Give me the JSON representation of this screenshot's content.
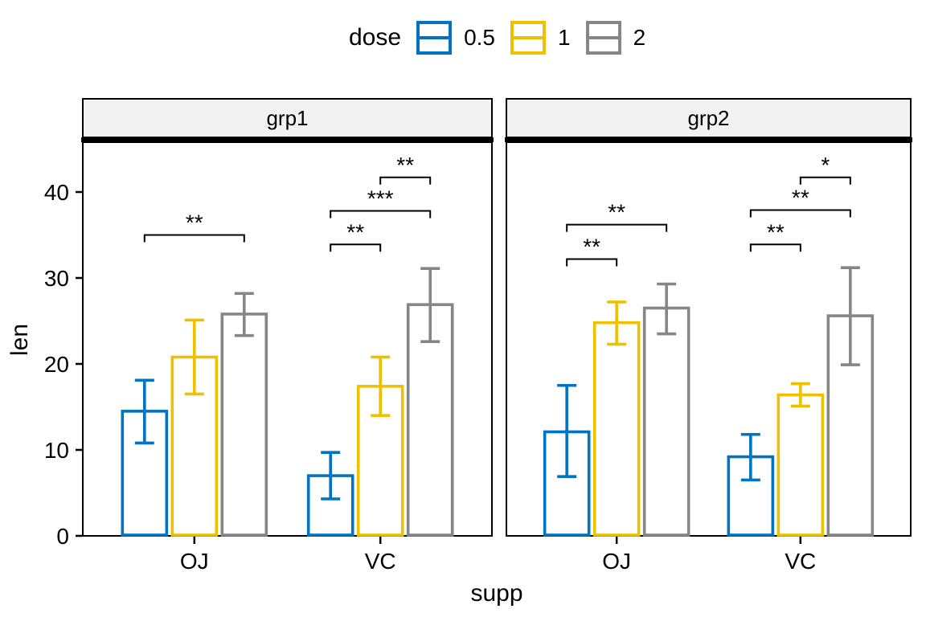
{
  "legend": {
    "title": "dose",
    "items": [
      {
        "label": "0.5",
        "color": "#0073C2"
      },
      {
        "label": "1",
        "color": "#EFC000"
      },
      {
        "label": "2",
        "color": "#868686"
      }
    ]
  },
  "axes": {
    "x_title": "supp",
    "y_title": "len",
    "y_ticks": [
      0,
      10,
      20,
      30,
      40
    ],
    "x_categories": [
      "OJ",
      "VC"
    ]
  },
  "facet_labels": [
    "grp1",
    "grp2"
  ],
  "colors": {
    "strip_fill": "#F2F2F2",
    "panel_border": "#000000",
    "bracket": "#000000",
    "text": "#000000",
    "bar_fill": "#FFFFFF"
  },
  "chart_data": {
    "type": "bar",
    "title": "",
    "xlabel": "supp",
    "ylabel": "len",
    "ylim": [
      0,
      46
    ],
    "grid": false,
    "legend_title": "dose",
    "legend_position": "top",
    "doses": [
      "0.5",
      "1",
      "2"
    ],
    "dose_colors": [
      "#0073C2",
      "#EFC000",
      "#868686"
    ],
    "error_bar": "mean_ci",
    "facets": [
      {
        "name": "grp1",
        "groups": [
          {
            "supp": "OJ",
            "bars": [
              {
                "dose": "0.5",
                "mean": 14.5,
                "lower": 10.8,
                "upper": 18.1
              },
              {
                "dose": "1",
                "mean": 20.8,
                "lower": 16.5,
                "upper": 25.1
              },
              {
                "dose": "2",
                "mean": 25.8,
                "lower": 23.3,
                "upper": 28.2
              }
            ]
          },
          {
            "supp": "VC",
            "bars": [
              {
                "dose": "0.5",
                "mean": 7.0,
                "lower": 4.3,
                "upper": 9.7
              },
              {
                "dose": "1",
                "mean": 17.4,
                "lower": 14.0,
                "upper": 20.8
              },
              {
                "dose": "2",
                "mean": 26.9,
                "lower": 22.6,
                "upper": 31.1
              }
            ]
          }
        ],
        "significance": [
          {
            "supp": "OJ",
            "from": "0.5",
            "to": "2",
            "label": "**",
            "y": 35.0
          },
          {
            "supp": "VC",
            "from": "0.5",
            "to": "1",
            "label": "**",
            "y": 33.9
          },
          {
            "supp": "VC",
            "from": "0.5",
            "to": "2",
            "label": "***",
            "y": 37.8
          },
          {
            "supp": "VC",
            "from": "1",
            "to": "2",
            "label": "**",
            "y": 41.7
          }
        ]
      },
      {
        "name": "grp2",
        "groups": [
          {
            "supp": "OJ",
            "bars": [
              {
                "dose": "0.5",
                "mean": 12.1,
                "lower": 6.9,
                "upper": 17.5
              },
              {
                "dose": "1",
                "mean": 24.8,
                "lower": 22.3,
                "upper": 27.2
              },
              {
                "dose": "2",
                "mean": 26.5,
                "lower": 23.5,
                "upper": 29.3
              }
            ]
          },
          {
            "supp": "VC",
            "bars": [
              {
                "dose": "0.5",
                "mean": 9.2,
                "lower": 6.5,
                "upper": 11.8
              },
              {
                "dose": "1",
                "mean": 16.4,
                "lower": 15.1,
                "upper": 17.7
              },
              {
                "dose": "2",
                "mean": 25.6,
                "lower": 19.9,
                "upper": 31.2
              }
            ]
          }
        ],
        "significance": [
          {
            "supp": "OJ",
            "from": "0.5",
            "to": "1",
            "label": "**",
            "y": 32.2
          },
          {
            "supp": "OJ",
            "from": "0.5",
            "to": "2",
            "label": "**",
            "y": 36.2
          },
          {
            "supp": "VC",
            "from": "0.5",
            "to": "1",
            "label": "**",
            "y": 33.9
          },
          {
            "supp": "VC",
            "from": "0.5",
            "to": "2",
            "label": "**",
            "y": 37.9
          },
          {
            "supp": "VC",
            "from": "1",
            "to": "2",
            "label": "*",
            "y": 41.7
          }
        ]
      }
    ]
  }
}
